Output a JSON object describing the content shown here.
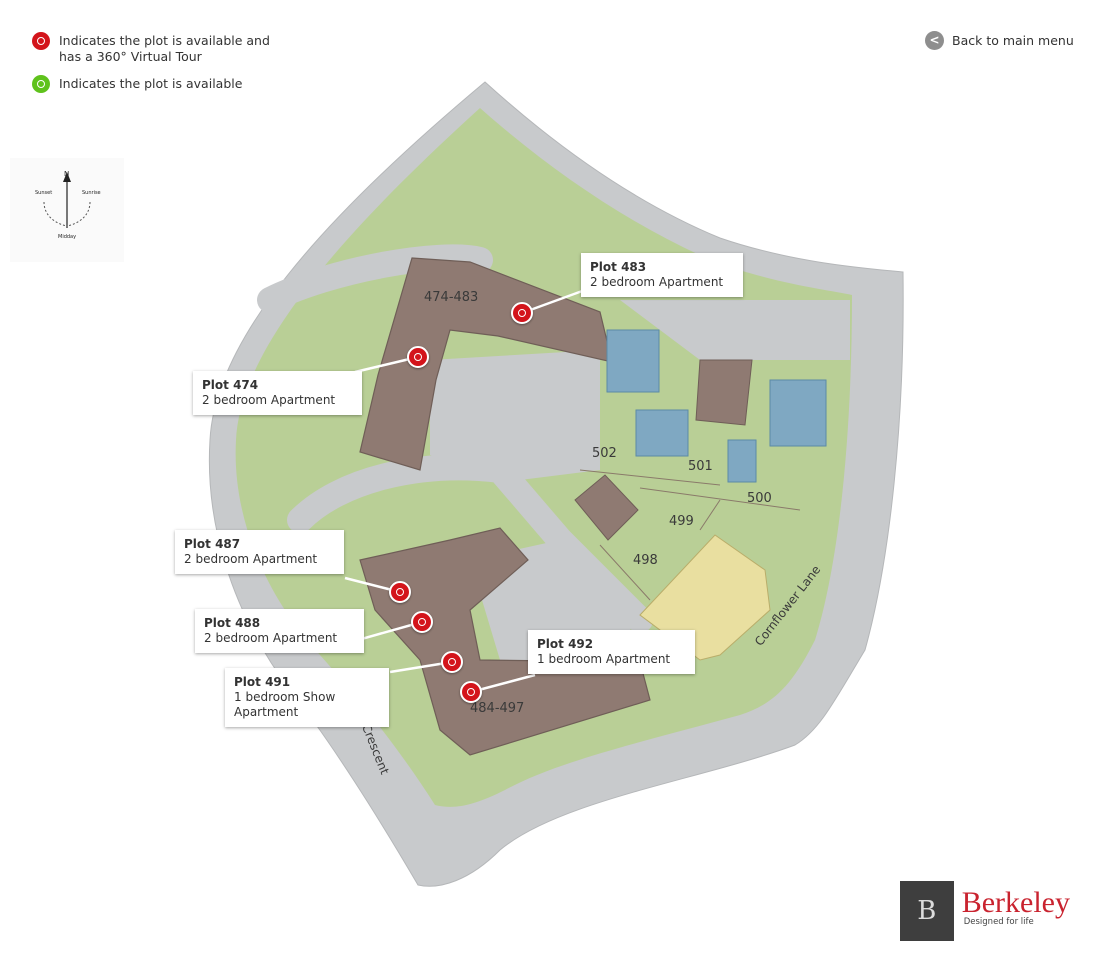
{
  "legend": {
    "tour": "Indicates the plot is available and has a 360° Virtual Tour",
    "available": "Indicates the plot is available"
  },
  "nav": {
    "back": "Back to main menu"
  },
  "compass": {
    "north": "N",
    "sunset": "Sunset",
    "sunrise": "Sunrise",
    "midday": "Midday"
  },
  "blocks": {
    "north": "474-483",
    "south": "484-497"
  },
  "plot_numbers": {
    "p502": "502",
    "p501": "501",
    "p500": "500",
    "p499": "499",
    "p498": "498"
  },
  "roads": {
    "lane": "Cornflower Lane",
    "crescent": "Crescent"
  },
  "plots": [
    {
      "title": "Plot 483",
      "desc": "2 bedroom Apartment"
    },
    {
      "title": "Plot 474",
      "desc": "2 bedroom Apartment"
    },
    {
      "title": "Plot 487",
      "desc": "2 bedroom Apartment"
    },
    {
      "title": "Plot 488",
      "desc": "2 bedroom Apartment"
    },
    {
      "title": "Plot 491",
      "desc": "1 bedroom Show Apartment"
    },
    {
      "title": "Plot 492",
      "desc": "1 bedroom Apartment"
    }
  ],
  "brand": {
    "name": "Berkeley",
    "tagline": "Designed for life",
    "emblem": "B"
  },
  "colors": {
    "tour_pin": "#d3141b",
    "available_pin": "#5fc21c",
    "grass": "#b9cf96",
    "road": "#c8cacc",
    "building": "#8f7a72",
    "house_blue": "#7fa8c2",
    "house_yellow": "#e9dfa0",
    "brand_red": "#c9232f"
  }
}
